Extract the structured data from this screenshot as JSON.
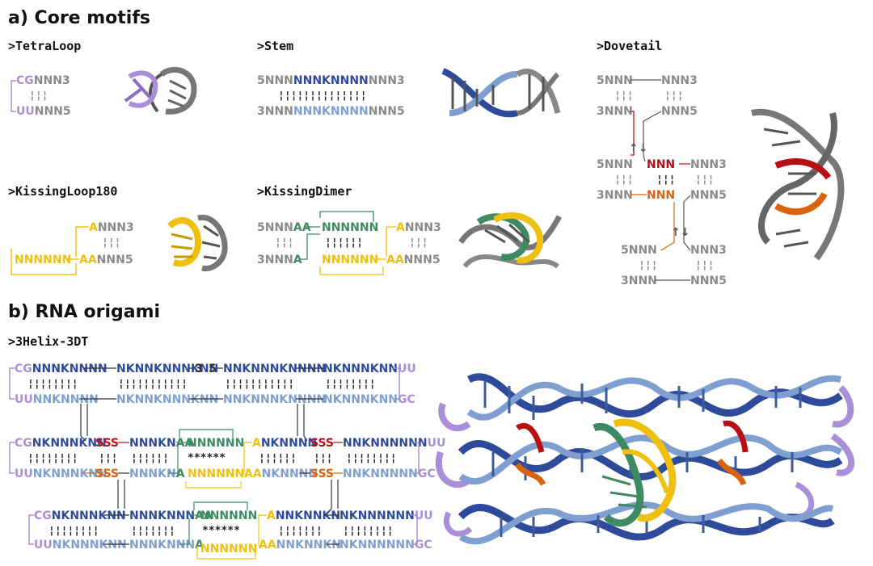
{
  "section_a": "a) Core motifs",
  "section_b": "b) RNA origami",
  "motifs": {
    "tetraloop": "&gt;TetraLoop",
    "stem": "&gt;Stem",
    "dovetail": "&gt;Dovetail",
    "kissingloop": "&gt;KissingLoop180",
    "kissingdimer": "&gt;KissingDimer",
    "helix": "&gt;3Helix-3DT"
  },
  "colors": {
    "grey": "#8a8a8a",
    "purple": "#a98fd8",
    "navy": "#2e4a9a",
    "lightblue": "#7f9fd0",
    "red": "#b80f14",
    "orange": "#d9640e",
    "green": "#3e8a63",
    "yellow": "#f0c010"
  },
  "sequences": {
    "tetra_top": [
      "CG",
      "NNN3"
    ],
    "tetra_bot": [
      "UU",
      "NNN5"
    ],
    "stem_top": [
      "5NNN",
      "NNNKNNNN",
      "NNN3"
    ],
    "stem_bot": [
      "3NNN",
      "NNNKNNNN",
      "NNN5"
    ],
    "dt_top": [
      "5NNN",
      "NNN3",
      "3NNN",
      "NNN5"
    ],
    "dt_mid": [
      "5NNN",
      "NNN",
      "NNN3",
      "3NNN",
      "NNN",
      "NNN5"
    ],
    "dt_bot": [
      "5NNN",
      "NNN3",
      "3NNN",
      "NNN5"
    ],
    "kl_top": [
      "A",
      "NNN3"
    ],
    "kl_bot": [
      "NNNNNN",
      "AA",
      "NNN5"
    ],
    "kd_top": [
      "5NNN",
      "AA",
      "NNNNNN",
      "A",
      "NNN3"
    ],
    "kd_bot": [
      "3NNN",
      "A",
      "NNNNNN",
      "AA",
      "NNN5"
    ],
    "h_row1_top": [
      "CG",
      "NNNKNNNN",
      "NKNNKNNNKNN",
      "3",
      "5",
      "NNKNNNKNNNN",
      "NKNNNKNN",
      "UU"
    ],
    "h_row1_bot": [
      "UU",
      "NNKNNNN",
      "NKNNKNNNKNN",
      "NNKNNNKNNNN",
      "NKNNNKNN",
      "GC"
    ],
    "h_row2_top": [
      "CG",
      "NKNNNKNN",
      "SSS",
      "NNNKN",
      "AA",
      "NNNNNN",
      "A",
      "NKNNNN",
      "SSS",
      "NNKNNNNNN",
      "UU"
    ],
    "h_row2_bot": [
      "UU",
      "NKNNNKNN",
      "SSS",
      "NNNKN",
      "A",
      "NNNNNN",
      "AA",
      "NKNNNN",
      "SSS",
      "NNKNNNNN",
      "GC"
    ],
    "h_row3_top": [
      "CG",
      "NKNNNKNN",
      "NNNKNNN",
      "AA",
      "NNNNNN",
      "A",
      "NNKNNKN",
      "NKNNNNNN",
      "UU"
    ],
    "h_row3_bot": [
      "UU",
      "NKNNNKNN",
      "NNNKNNN",
      "A",
      "NNNNNN",
      "AA",
      "NNKNNKN",
      "NKNNNNNN",
      "GC"
    ],
    "stars": "******",
    "arrows": "↑↓"
  }
}
